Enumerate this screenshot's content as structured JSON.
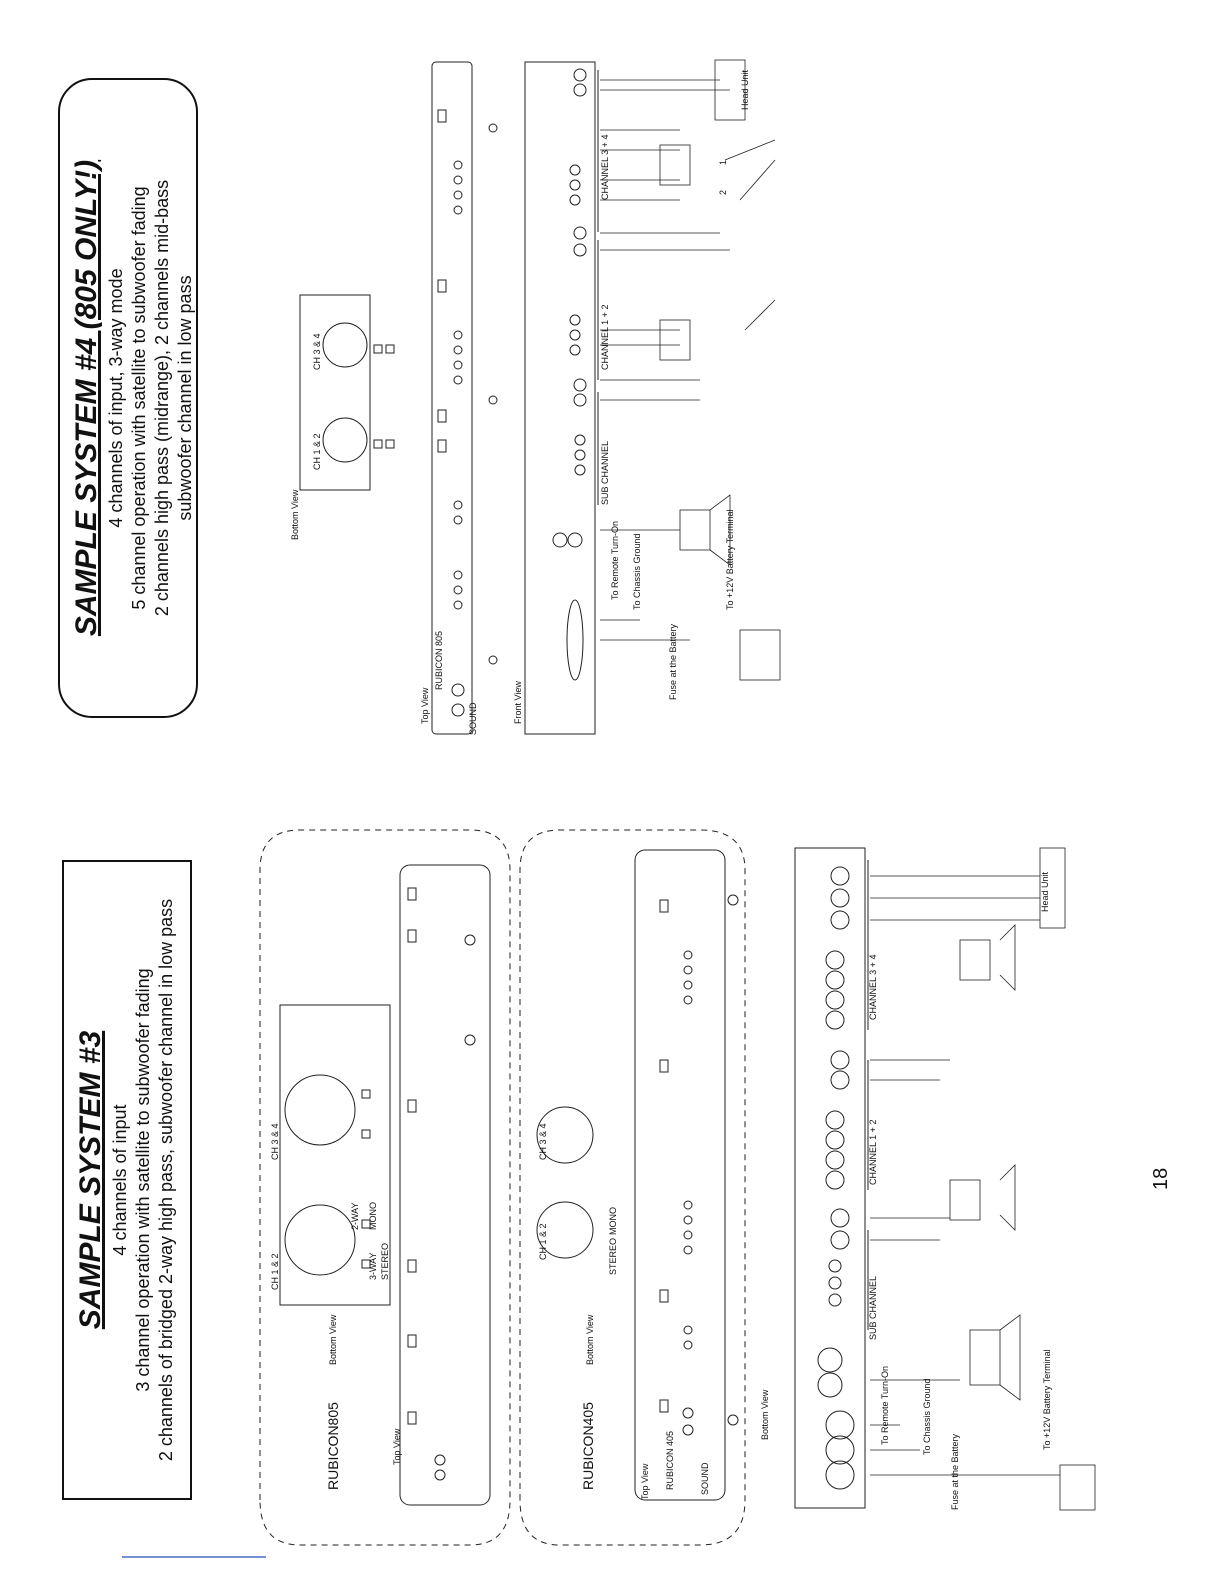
{
  "page_number": "18",
  "system3": {
    "title": "SAMPLE SYSTEM #3",
    "lines": [
      "4 channels of input",
      "3 channel operation with satellite to subwoofer fading",
      "2 channels of bridged 2-way high pass, subwoofer channel in low pass"
    ],
    "model_805": "RUBICON805",
    "model_405": "RUBICON405",
    "top_view": "Top View",
    "bottom_view": "Bottom View",
    "ch12": "CH 1 & 2",
    "ch34": "CH 3 & 4",
    "way3": "3-WAY",
    "way2": "2-WAY",
    "stereo": "STEREO",
    "mono": "MONO",
    "sub_channel": "SUB CHANNEL",
    "channel_12": "CHANNEL 1 + 2",
    "channel_34": "CHANNEL 3 + 4",
    "remote": "To Remote Turn-On",
    "chassis": "To Chassis Ground",
    "battery": "To +12V Battery Terminal",
    "fuse": "Fuse at the Battery",
    "head_unit": "Head Unit",
    "sound": "SOUND",
    "rubicon_405": "RUBICON 405"
  },
  "system4": {
    "title": "SAMPLE SYSTEM #4 (805 ONLY!)",
    "lines": [
      "4 channels of input, 3-way mode",
      "5 channel operation with satellite to subwoofer fading",
      "2 channels high pass (midrange), 2 channels mid-bass",
      "subwoofer channel in low pass"
    ],
    "top_view": "Top View",
    "front_view": "Front View",
    "bottom_view": "Bottom View",
    "ch12": "CH 1 & 2",
    "ch34": "CH 3 & 4",
    "rubicon_805": "RUBICON 805",
    "sound": "SOUND",
    "sub_channel": "SUB CHANNEL",
    "channel_12": "CHANNEL 1 + 2",
    "channel_34": "CHANNEL 3 + 4",
    "remote": "To Remote Turn-On",
    "chassis": "To Chassis Ground",
    "battery": "To +12V Battery Terminal",
    "fuse": "Fuse at the Battery",
    "head_unit": "Head Unit",
    "num1": "1",
    "num2": "2"
  }
}
